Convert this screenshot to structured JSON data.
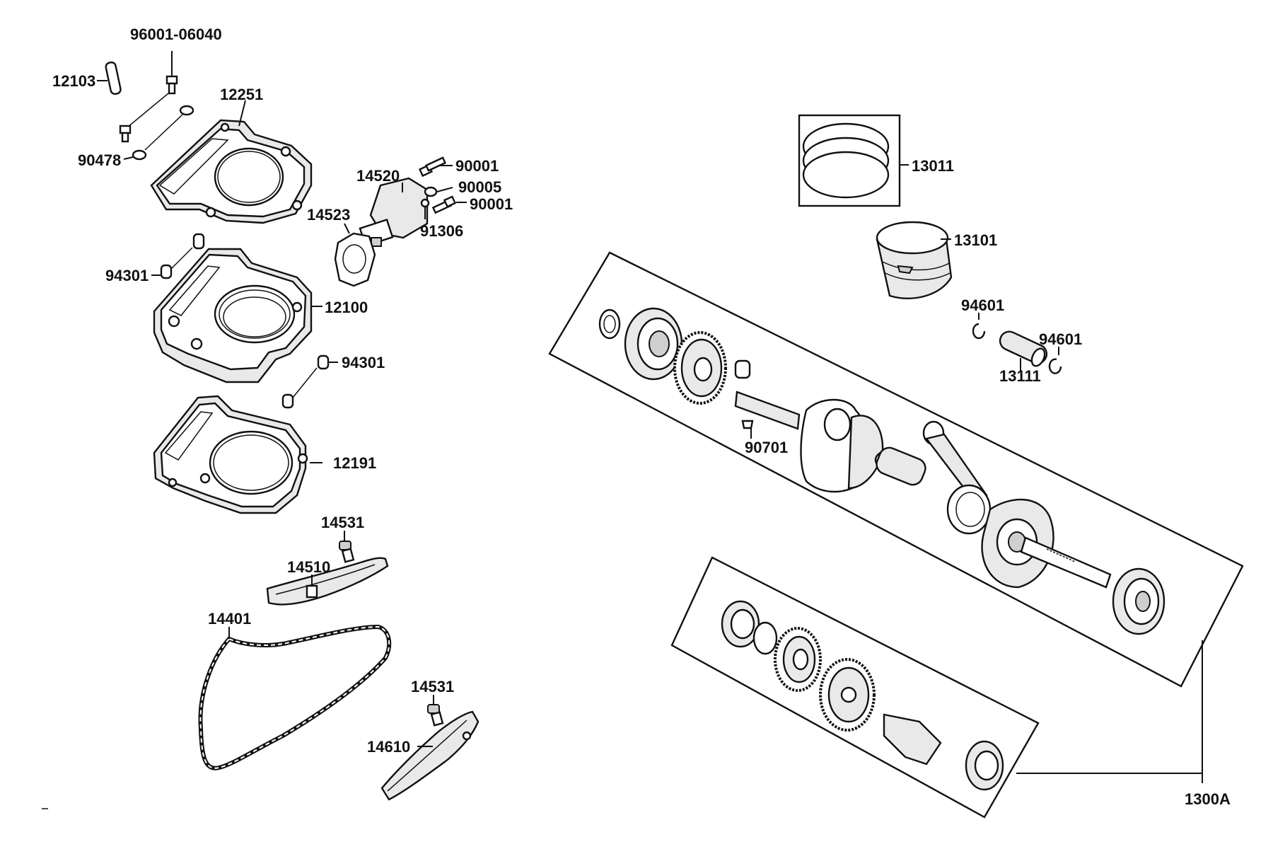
{
  "parts": {
    "p96001_06040": "96001-06040",
    "p12103": "12103",
    "p12251": "12251",
    "p90478": "90478",
    "p14520": "14520",
    "p90001_a": "90001",
    "p90005": "90005",
    "p90001_b": "90001",
    "p14523": "14523",
    "p91306": "91306",
    "p94301_a": "94301",
    "p12100": "12100",
    "p94301_b": "94301",
    "p12191": "12191",
    "p14531_a": "14531",
    "p14510": "14510",
    "p14401": "14401",
    "p14531_b": "14531",
    "p14610": "14610",
    "p13011": "13011",
    "p13101": "13101",
    "p94601_a": "94601",
    "p94601_b": "94601",
    "p13111": "13111",
    "p90701": "90701",
    "p1300A": "1300A"
  }
}
